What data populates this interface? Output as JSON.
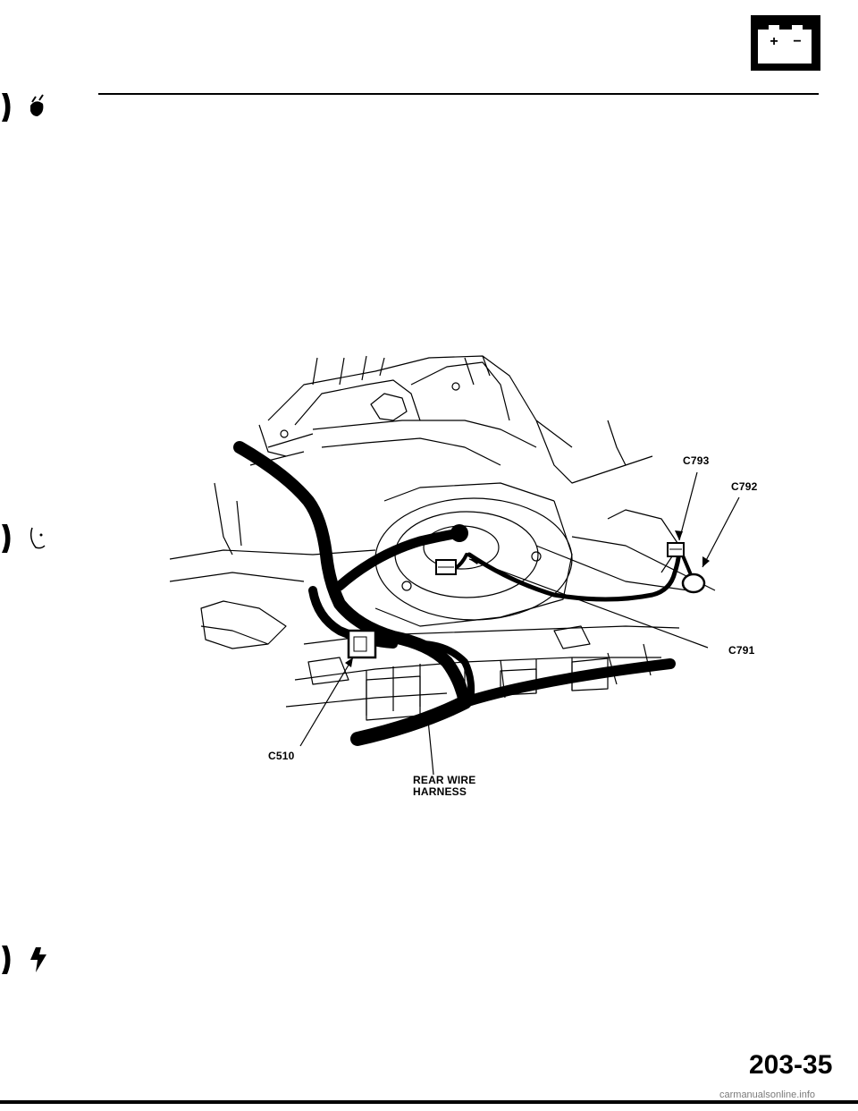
{
  "header": {
    "icon": "battery-icon",
    "battery_plus": "+",
    "battery_minus": "−"
  },
  "diagram": {
    "labels": {
      "c793": "C793",
      "c792": "C792",
      "c791": "C791",
      "c510": "C510",
      "harness_line1": "REAR WIRE",
      "harness_line2": "HARNESS"
    }
  },
  "page": {
    "number": "203-35",
    "footer": "carmanualsonline.info"
  },
  "colors": {
    "ink": "#000000",
    "paper": "#ffffff",
    "footer_text": "#7a7a7a"
  }
}
